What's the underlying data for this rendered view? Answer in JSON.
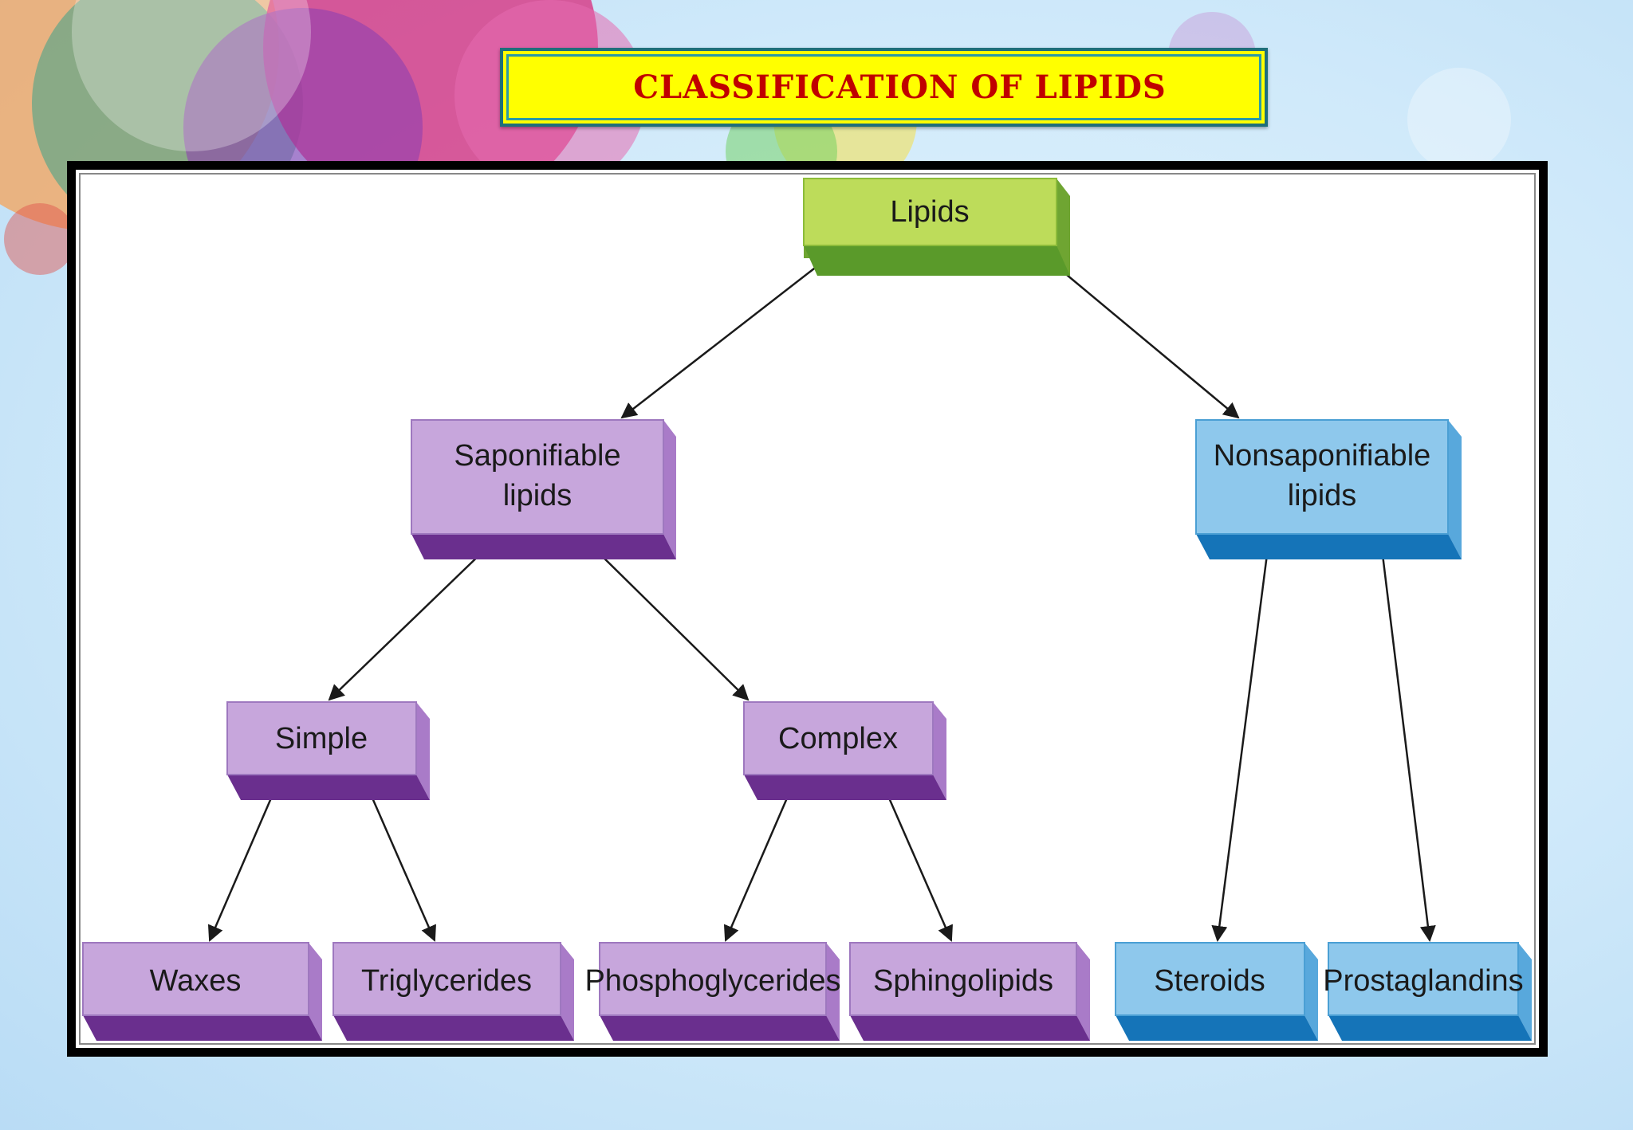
{
  "title": "CLASSIFICATION OF LIPIDS",
  "colors": {
    "title_bg": "#ffff00",
    "title_text": "#c00000",
    "green_node": "#bddc5a",
    "purple_node": "#c7a6dc",
    "blue_node": "#8ec8ec"
  },
  "nodes": {
    "lipids": {
      "label": "Lipids",
      "color": "green"
    },
    "saponifiable": {
      "label_line1": "Saponifiable",
      "label_line2": "lipids",
      "color": "purple"
    },
    "nonsaponifiable": {
      "label_line1": "Nonsaponifiable",
      "label_line2": "lipids",
      "color": "blue"
    },
    "simple": {
      "label": "Simple",
      "color": "purple"
    },
    "complex": {
      "label": "Complex",
      "color": "purple"
    },
    "waxes": {
      "label": "Waxes",
      "color": "purple"
    },
    "triglycerides": {
      "label": "Triglycerides",
      "color": "purple"
    },
    "phosphoglycerides": {
      "label": "Phosphoglycerides",
      "color": "purple"
    },
    "sphingolipids": {
      "label": "Sphingolipids",
      "color": "purple"
    },
    "steroids": {
      "label": "Steroids",
      "color": "blue"
    },
    "prostaglandins": {
      "label": "Prostaglandins",
      "color": "blue"
    }
  },
  "edges": [
    [
      "lipids",
      "saponifiable"
    ],
    [
      "lipids",
      "nonsaponifiable"
    ],
    [
      "saponifiable",
      "simple"
    ],
    [
      "saponifiable",
      "complex"
    ],
    [
      "simple",
      "waxes"
    ],
    [
      "simple",
      "triglycerides"
    ],
    [
      "complex",
      "phosphoglycerides"
    ],
    [
      "complex",
      "sphingolipids"
    ],
    [
      "nonsaponifiable",
      "steroids"
    ],
    [
      "nonsaponifiable",
      "prostaglandins"
    ]
  ]
}
